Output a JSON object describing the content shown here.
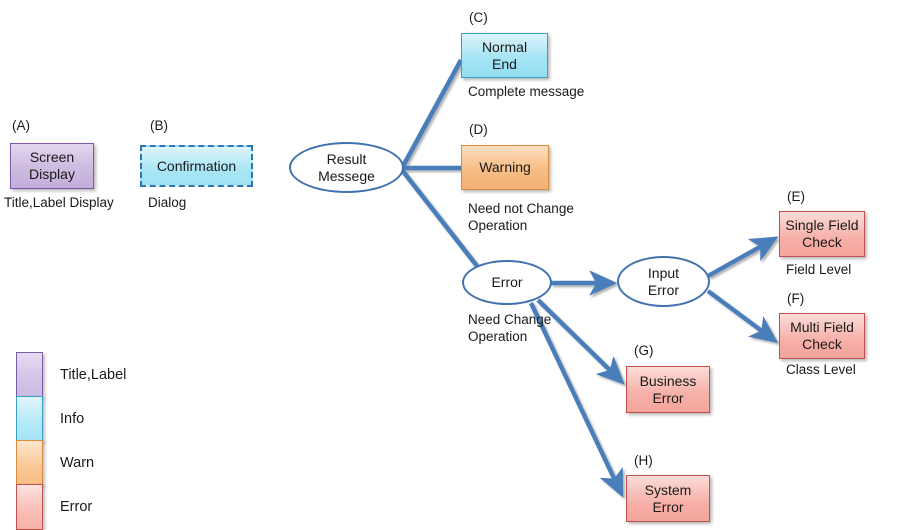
{
  "theme": {
    "edge_color": "#4a7ebb",
    "ellipse_border": "#3f72ae",
    "purple": "#c3aedb",
    "info": "#93ddf2",
    "warn": "#f3b274",
    "error": "#f4a49b",
    "background": "#ffffff"
  },
  "nodes": {
    "screen_display": {
      "tag": "(A)",
      "label": "Screen\nDisplay",
      "caption": "Title,Label Display"
    },
    "confirmation": {
      "tag": "(B)",
      "label": "Confirmation",
      "caption": "Dialog"
    },
    "result_message": {
      "tag": "",
      "label": "Result\nMessege",
      "caption": ""
    },
    "normal_end": {
      "tag": "(C)",
      "label": "Normal\nEnd",
      "caption": "Complete message"
    },
    "warning": {
      "tag": "(D)",
      "label": "Warning",
      "caption": "Need not Change\nOperation"
    },
    "error": {
      "tag": "",
      "label": "Error",
      "caption": "Need Change\nOperation"
    },
    "input_error": {
      "tag": "",
      "label": "Input\nError",
      "caption": ""
    },
    "single_field_check": {
      "tag": "(E)",
      "label": "Single Field\nCheck",
      "caption": "Field Level"
    },
    "multi_field_check": {
      "tag": "(F)",
      "label": "Multi Field\nCheck",
      "caption": "Class Level"
    },
    "business_error": {
      "tag": "(G)",
      "label": "Business\nError",
      "caption": ""
    },
    "system_error": {
      "tag": "(H)",
      "label": "System\nError",
      "caption": ""
    }
  },
  "legend": {
    "items": [
      {
        "swatch": "title-label-swatch",
        "label": "Title,Label"
      },
      {
        "swatch": "info-swatch",
        "label": "Info"
      },
      {
        "swatch": "warn-swatch",
        "label": "Warn"
      },
      {
        "swatch": "error-swatch",
        "label": "Error"
      }
    ]
  },
  "edges": [
    {
      "from": "result_message",
      "to": "normal_end",
      "arrow": false
    },
    {
      "from": "result_message",
      "to": "warning",
      "arrow": false
    },
    {
      "from": "result_message",
      "to": "error",
      "arrow": false
    },
    {
      "from": "error",
      "to": "input_error",
      "arrow": true
    },
    {
      "from": "error",
      "to": "business_error",
      "arrow": true
    },
    {
      "from": "error",
      "to": "system_error",
      "arrow": true
    },
    {
      "from": "input_error",
      "to": "single_field_check",
      "arrow": true
    },
    {
      "from": "input_error",
      "to": "multi_field_check",
      "arrow": true
    }
  ]
}
